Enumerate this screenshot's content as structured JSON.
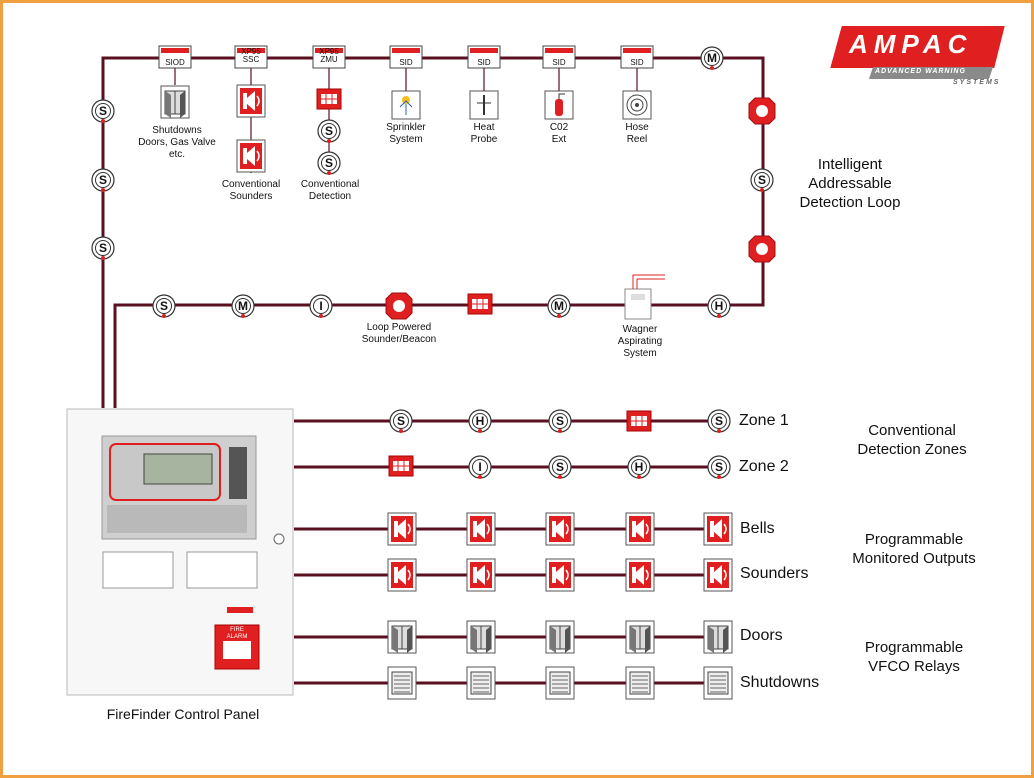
{
  "logo": {
    "brand": "AMPAC",
    "tagline": "ADVANCED WARNING",
    "tagline2": "SYSTEMS"
  },
  "loop": {
    "title": "Intelligent\nAddressable\nDetection Loop",
    "modules": [
      "SIOD",
      "XP95\nSSC",
      "XP95\nZMU",
      "SID",
      "SID",
      "SID",
      "SID"
    ],
    "captions": {
      "siod": "Shutdowns\nDoors, Gas Valve\netc.",
      "ssc": "Conventional\nSounders",
      "zmu": "Conventional\nDetection",
      "sprinkler": "Sprinkler\nSystem",
      "heat": "Heat\nProbe",
      "co2": "C02\nExt",
      "hose": "Hose\nReel",
      "beacon": "Loop Powered\nSounder/Beacon",
      "wagner": "Wagner\nAspirating\nSystem"
    },
    "symbols": {
      "smoke": "S",
      "manual": "M",
      "ionisation": "I",
      "heat": "H"
    }
  },
  "panel": {
    "caption": "FireFinder Control Panel",
    "call_point": "FIRE\nALARM"
  },
  "zones": [
    {
      "label": "Zone 1"
    },
    {
      "label": "Zone 2"
    },
    {
      "label": "Bells"
    },
    {
      "label": "Sounders"
    },
    {
      "label": "Doors"
    },
    {
      "label": "Shutdowns"
    }
  ],
  "groups": {
    "conventional": "Conventional\nDetection Zones",
    "monitored": "Programmable\nMonitored Outputs",
    "relays": "Programmable\nVFCO Relays"
  },
  "colors": {
    "wire": "#5a1020",
    "alarm_red": "#e02020",
    "frame": "#f0a040"
  }
}
